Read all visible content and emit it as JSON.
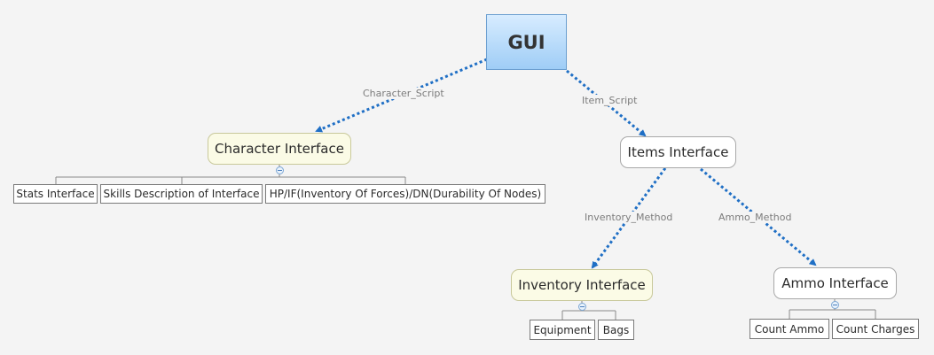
{
  "root": {
    "label": "GUI"
  },
  "branches": {
    "character": {
      "edge_label": "Character_Script",
      "label": "Character Interface",
      "children": [
        "Stats Interface",
        "Skills Description of Interface",
        "HP/IF(Inventory Of Forces)/DN(Durability Of Nodes)"
      ]
    },
    "items": {
      "edge_label": "Item_Script",
      "label": "Items Interface",
      "inventory": {
        "edge_label": "Inventory_Method",
        "label": "Inventory Interface",
        "children": [
          "Equipment",
          "Bags"
        ]
      },
      "ammo": {
        "edge_label": "Ammo_Method",
        "label": "Ammo Interface",
        "children": [
          "Count Ammo",
          "Count Charges"
        ]
      }
    }
  },
  "colors": {
    "connector": "#1f6fc5",
    "root_fill": "#9fcdf6",
    "yellow_node_fill": "#fbfbe6",
    "leaf_border": "#7a7a7a"
  }
}
